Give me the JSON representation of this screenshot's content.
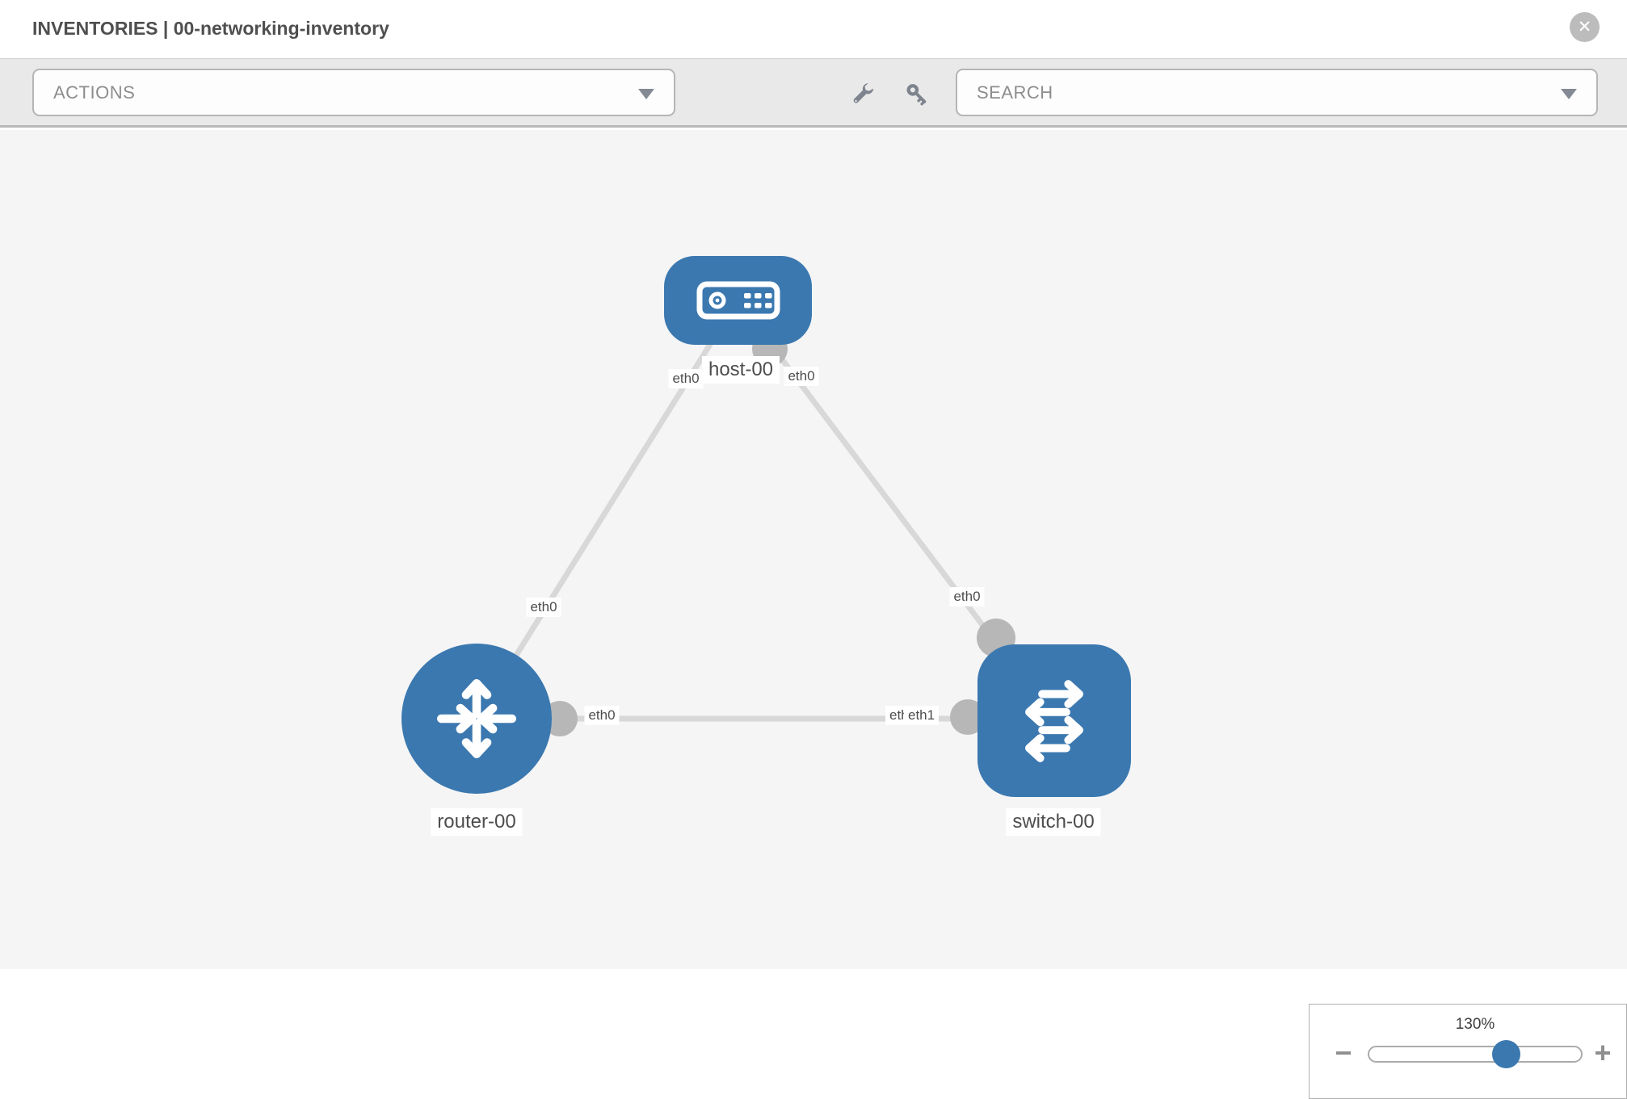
{
  "header": {
    "title": "INVENTORIES | 00-networking-inventory"
  },
  "toolbar": {
    "actions_placeholder": "ACTIONS",
    "search_placeholder": "SEARCH"
  },
  "icons": {
    "close": "✕",
    "minus": "−",
    "plus": "+",
    "wrench": "wrench-icon (svg shape)",
    "key": "key-icon (svg shape)",
    "caret": "chevron-down (css triangle)"
  },
  "topology": {
    "nodes": [
      {
        "name": "host-00",
        "type": "host"
      },
      {
        "name": "router-00",
        "type": "router"
      },
      {
        "name": "switch-00",
        "type": "switch"
      }
    ],
    "links": [
      {
        "source": "host-00",
        "source_interface": "eth0",
        "target": "router-00",
        "target_interface": "eth0"
      },
      {
        "source": "host-00",
        "source_interface": "eth0",
        "target": "switch-00",
        "target_interface": "eth0"
      },
      {
        "source": "router-00",
        "source_interface": "eth0",
        "target": "switch-00",
        "target_interface": "eth1"
      }
    ],
    "labels": {
      "host": "host-00",
      "router": "router-00",
      "switch": "switch-00",
      "host_router_at_host": "eth0",
      "host_router_at_router": "eth0",
      "host_switch_at_host": "eth0",
      "host_switch_at_switch": "eth0",
      "router_switch_at_router": "eth0",
      "router_switch_at_switch_under": "eth0",
      "router_switch_at_switch": "eth1"
    }
  },
  "zoom_control": {
    "level": "130%"
  },
  "colors": {
    "node_blue": "#3b78b0",
    "link_gray": "#d8d8d8",
    "connector_gray": "#b7b7b7",
    "toolbar_bg": "#e9e9e9",
    "canvas_bg": "#f5f5f5",
    "text_gray": "#4d4d4d"
  }
}
